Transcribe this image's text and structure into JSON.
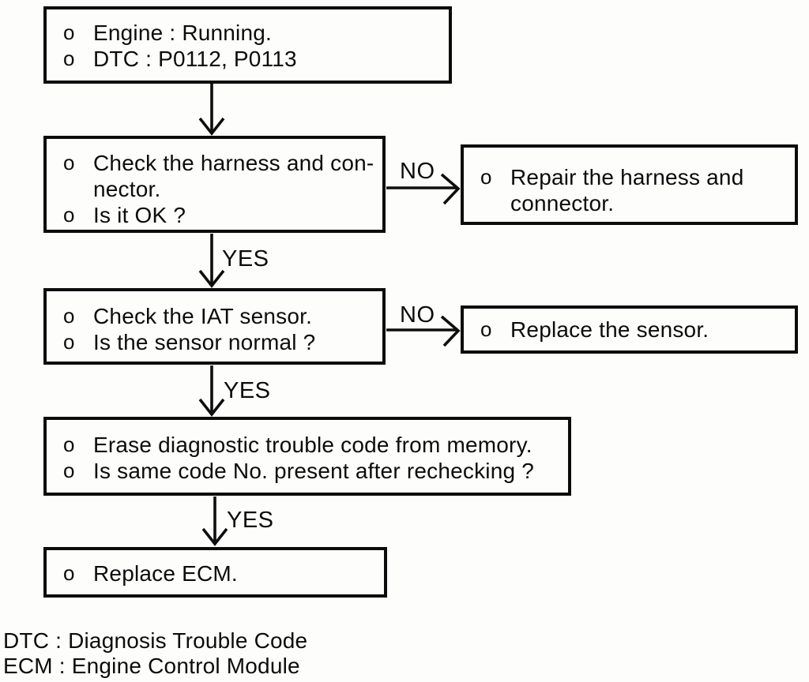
{
  "flowchart": {
    "bullet": "o",
    "nodes": {
      "start": {
        "lines": [
          "Engine : Running.",
          "DTC : P0112, P0113"
        ]
      },
      "check_harness": {
        "lines": [
          "Check the harness and con-",
          "nector.",
          "Is it OK ?"
        ]
      },
      "repair_harness": {
        "lines": [
          "Repair the harness and",
          "connector."
        ]
      },
      "check_iat": {
        "lines": [
          "Check the IAT sensor.",
          "Is the sensor normal ?"
        ]
      },
      "replace_sensor": {
        "lines": [
          "Replace the sensor."
        ]
      },
      "erase_code": {
        "lines": [
          "Erase diagnostic trouble code from memory.",
          "Is same code No. present after rechecking ?"
        ]
      },
      "replace_ecm": {
        "lines": [
          "Replace ECM."
        ]
      }
    },
    "branch_labels": {
      "yes": "YES",
      "no": "NO"
    }
  },
  "footnotes": [
    "DTC : Diagnosis Trouble Code",
    "ECM : Engine Control Module"
  ],
  "colors": {
    "ink": "#0c0c0c",
    "paper": "#fdfdfc"
  }
}
